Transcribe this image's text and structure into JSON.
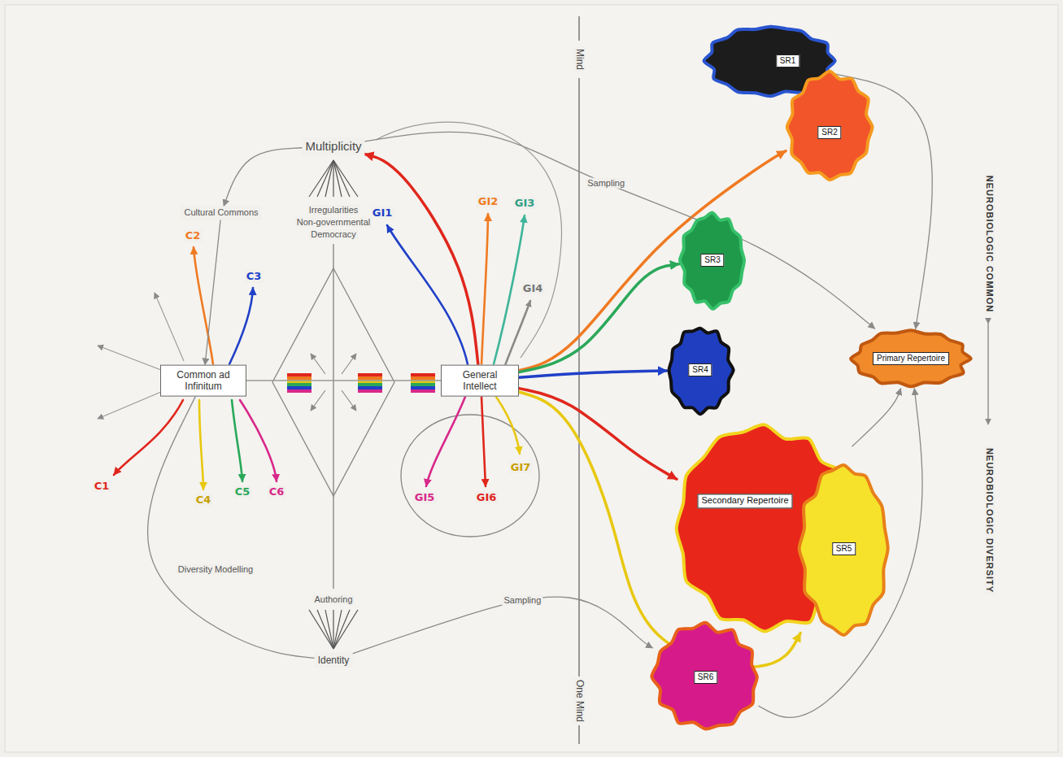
{
  "diagram": {
    "nodes": [
      {
        "text": [
          "Multiplicity"
        ]
      },
      {
        "text": [
          "Cultural Commons"
        ]
      },
      {
        "text": [
          "Common ad Infinitum"
        ]
      },
      {
        "text": [
          "General Intellect"
        ]
      },
      {
        "text": [
          "Identity"
        ]
      },
      {
        "text": [
          "SR1"
        ]
      },
      {
        "text": [
          "SR2"
        ]
      },
      {
        "text": [
          "SR3"
        ]
      },
      {
        "text": [
          "SR4"
        ]
      },
      {
        "text": [
          "Primary Repertoire"
        ]
      },
      {
        "text": [
          "Secondary Repertoire"
        ]
      },
      {
        "text": [
          "SR5"
        ]
      },
      {
        "text": [
          "SR6"
        ]
      }
    ],
    "edges": [
      {
        "from": 3,
        "to": 6,
        "arrow": "to"
      },
      {
        "from": 3,
        "to": 7,
        "arrow": "to"
      },
      {
        "from": 3,
        "to": 8,
        "arrow": "to"
      },
      {
        "from": 3,
        "to": 10,
        "arrow": "to"
      },
      {
        "from": 3,
        "to": 11,
        "arrow": "to"
      },
      {
        "from": 3,
        "to": 0,
        "arrow": "to"
      },
      {
        "from": 2,
        "to": 3,
        "arrow": "none"
      },
      {
        "from": 0,
        "to": 1,
        "arrow": "to"
      },
      {
        "from": 1,
        "to": 2,
        "arrow": "to"
      },
      {
        "from": 4,
        "to": 2,
        "arrow": "none"
      },
      {
        "from": 0,
        "to": 9,
        "label": "Sampling",
        "arrow": "to"
      },
      {
        "from": 4,
        "to": 12,
        "label": "Sampling",
        "arrow": "to"
      },
      {
        "from": 10,
        "to": 9,
        "arrow": "to"
      },
      {
        "from": 5,
        "to": 9,
        "arrow": "to"
      },
      {
        "from": 12,
        "to": 9,
        "arrow": "to"
      }
    ],
    "labels": [
      "Irregularities",
      "Non-governmental",
      "Democracy",
      "Authoring",
      "Mind",
      "One Mind",
      "NEUROBIOLOGIC COMMON",
      "NEUROBIOLOGIC DIVERSITY",
      "Diversity Modelling",
      "C1",
      "C2",
      "C3",
      "C4",
      "C5",
      "C6",
      "GI1",
      "GI2",
      "GI3",
      "GI4",
      "GI5",
      "GI6",
      "GI7"
    ]
  }
}
